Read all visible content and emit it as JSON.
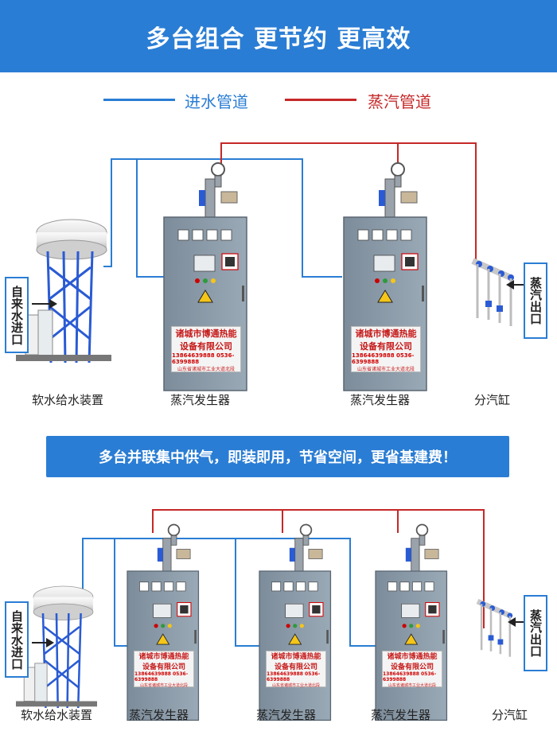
{
  "header": {
    "title": "多台组合  更节约  更高效"
  },
  "legend": {
    "water": {
      "label": "进水管道",
      "color": "#2a7dd4"
    },
    "steam": {
      "label": "蒸汽管道",
      "color": "#c62828"
    }
  },
  "slogan": "多台并联集中供气，即装即用，节省空间，更省基建费！",
  "labels": {
    "softener": "软水给水装置",
    "generator": "蒸汽发生器",
    "header_tank": "分汽缸",
    "water_inlet": [
      "自来",
      "水进口"
    ],
    "steam_outlet": [
      "蒸汽",
      "出口"
    ]
  },
  "company_plate": {
    "name_line1": "诸城市博通热能",
    "name_line2": "设备有限公司",
    "phone": "13864639888  0536-6399888",
    "address": "山东省诸城市工业大道北段"
  },
  "colors": {
    "banner": "#2a7dd4",
    "cabinet": "#8a9aa8",
    "warning": "#f5c518"
  }
}
